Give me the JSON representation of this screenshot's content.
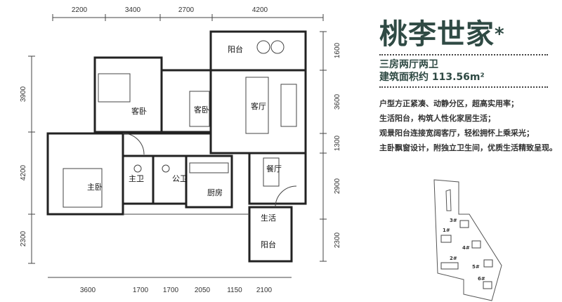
{
  "title": "桃李世家",
  "title_mark": "*",
  "layout_type": "三房两厅两卫",
  "area": "建筑面积约 113.56m²",
  "features": [
    "户型方正紧凑、动静分区，超高实用率；",
    "生活阳台，构筑人性化家居生活；",
    "观景阳台连接宽阔客厅，轻松拥怀上乘采光；",
    "主卧飘窗设计，附独立卫生间，优质生活精致呈现。"
  ],
  "dimensions": {
    "top": [
      "2200",
      "3400",
      "2700",
      "4200"
    ],
    "bottom": [
      "3600",
      "1700",
      "1700",
      "2050",
      "1150",
      "2100"
    ],
    "left": [
      "3900",
      "4200",
      "2300"
    ],
    "right": [
      "1600",
      "3600",
      "1300",
      "2900",
      "2300"
    ]
  },
  "rooms": {
    "balcony": "阳台",
    "guest_bedroom_1": "客卧",
    "guest_bedroom_2": "客卧",
    "living_room": "客厅",
    "master_bedroom": "主卧",
    "master_bath": "主卫",
    "public_bath": "公卫",
    "kitchen": "厨房",
    "dining_room": "餐厅",
    "utility_balcony_1": "生活",
    "utility_balcony_2": "阳台"
  },
  "site_plan": {
    "buildings": [
      "3#",
      "1#",
      "4#",
      "2#",
      "5#",
      "6#"
    ]
  }
}
